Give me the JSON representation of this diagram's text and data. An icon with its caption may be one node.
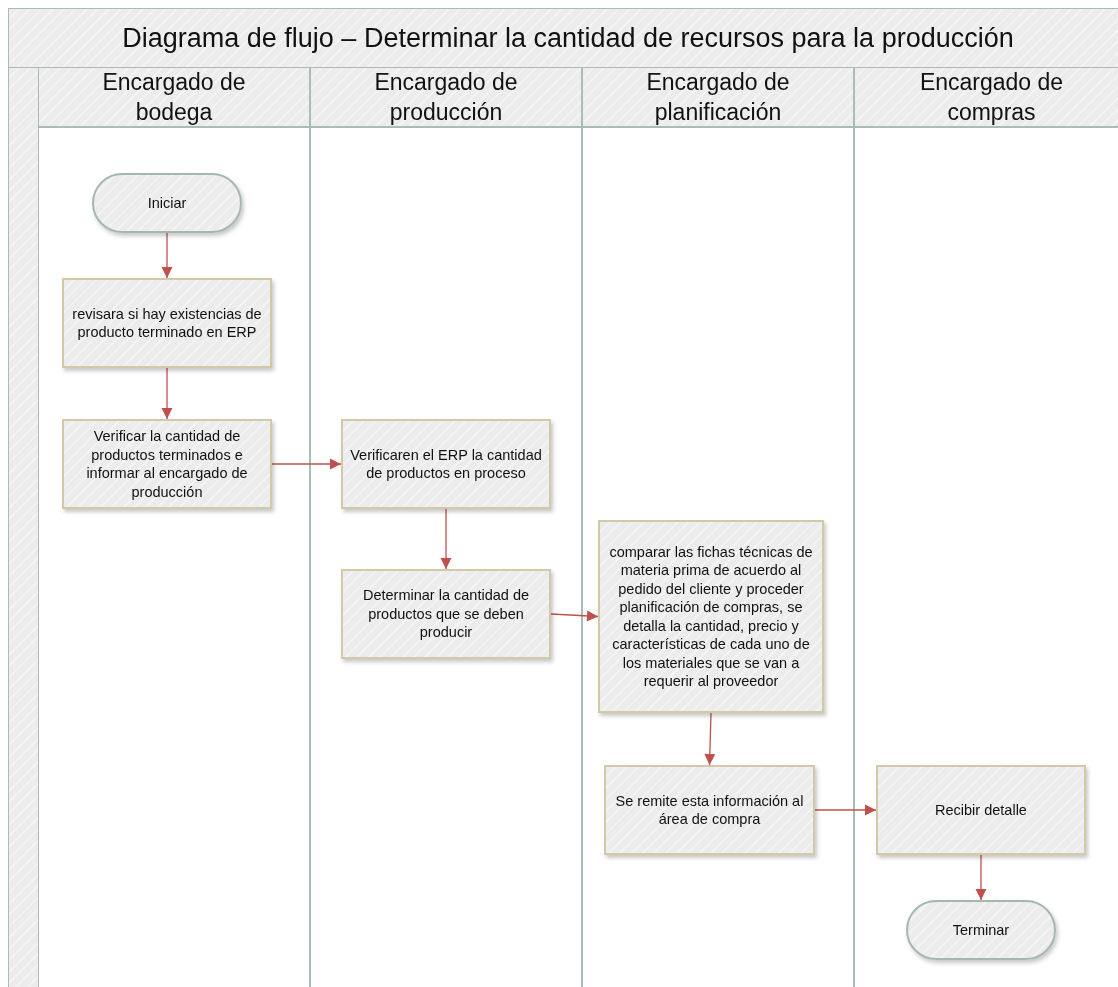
{
  "diagram": {
    "title": "Diagrama de flujo – Determinar la cantidad de recursos para la producción",
    "nodes": [
      {
        "text": [
          "Encargado de bodega"
        ]
      },
      {
        "text": [
          "Encargado de producción"
        ]
      },
      {
        "text": [
          "Encargado de planificación"
        ]
      },
      {
        "text": [
          "Encargado de compras"
        ]
      },
      {
        "text": [
          "Iniciar"
        ],
        "in": 0
      },
      {
        "text": [
          "revisara si hay existencias de producto terminado en ERP"
        ],
        "in": 0
      },
      {
        "text": [
          "Verificar la cantidad de productos terminados e informar al encargado de producción"
        ],
        "in": 0
      },
      {
        "text": [
          "Verificaren el ERP la cantidad de productos en proceso"
        ],
        "in": 1
      },
      {
        "text": [
          "Determinar la cantidad de productos que se deben producir"
        ],
        "in": 1
      },
      {
        "text": [
          "comparar las fichas técnicas de materia prima de acuerdo al pedido del cliente y proceder planificación de compras, se detalla la cantidad, precio y características de cada uno de los materiales que se van a requerir al proveedor"
        ],
        "in": 2
      },
      {
        "text": [
          "Se remite esta información al área de compra"
        ],
        "in": 2
      },
      {
        "text": [
          "Recibir detalle"
        ],
        "in": 3
      },
      {
        "text": [
          "Terminar"
        ],
        "in": 3
      }
    ],
    "edges": [
      {
        "from": 4,
        "to": 5,
        "arrow": "to"
      },
      {
        "from": 5,
        "to": 6,
        "arrow": "to"
      },
      {
        "from": 6,
        "to": 7,
        "arrow": "to"
      },
      {
        "from": 7,
        "to": 8,
        "arrow": "to"
      },
      {
        "from": 8,
        "to": 9,
        "arrow": "to"
      },
      {
        "from": 9,
        "to": 10,
        "arrow": "to"
      },
      {
        "from": 10,
        "to": 11,
        "arrow": "to"
      },
      {
        "from": 11,
        "to": 12,
        "arrow": "to"
      }
    ]
  }
}
